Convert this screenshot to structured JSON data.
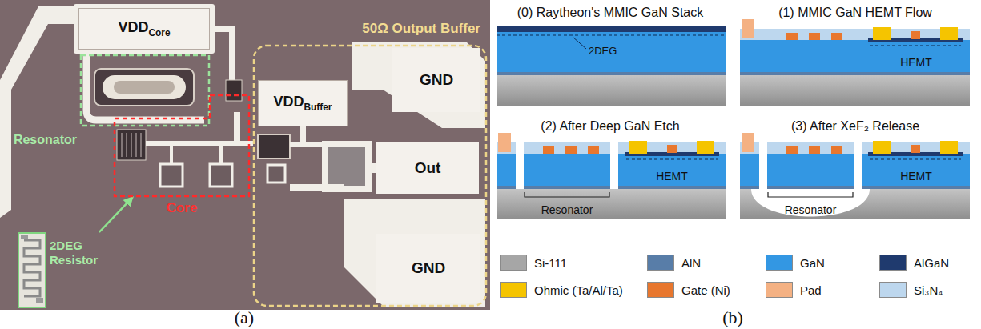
{
  "diagram": {
    "nodes": [
      {
        "text": [
          "VDD",
          "Core"
        ]
      },
      {
        "text": [
          "Resonator"
        ]
      },
      {
        "text": [
          "Core"
        ]
      },
      {
        "text": [
          "2DEG Resistor"
        ]
      },
      {
        "text": [
          "50Ω Output Buffer"
        ]
      },
      {
        "text": [
          "GND"
        ],
        "in": 4
      },
      {
        "text": [
          "VDD",
          "Buffer"
        ],
        "in": 4
      },
      {
        "text": [
          "Out"
        ],
        "in": 4
      },
      {
        "text": [
          "GND"
        ],
        "in": 4
      }
    ],
    "edges": [
      {
        "from": 3,
        "to": 2,
        "arrow": "to"
      }
    ],
    "labels": [
      "(a)",
      "(0) Raytheon's MMIC GaN Stack",
      "2DEG",
      "(1) MMIC GaN HEMT Flow",
      "HEMT",
      "(2) After Deep GaN Etch",
      "Resonator",
      "HEMT",
      "(3) After XeF₂ Release",
      "Resonator",
      "HEMT",
      "(b)"
    ],
    "legend": [
      {
        "text": "Si-111",
        "color": "#a6a6a6"
      },
      {
        "text": "AlN",
        "color": "#587da8"
      },
      {
        "text": "GaN",
        "color": "#3397e3"
      },
      {
        "text": "AlGaN",
        "color": "#1f3a6e"
      },
      {
        "text": "Ohmic (Ta/Al/Ta)",
        "color": "#f5c400"
      },
      {
        "text": "Gate (Ni)",
        "color": "#e8772e"
      },
      {
        "text": "Pad",
        "color": "#f4b183"
      },
      {
        "text": "Si₃N₄",
        "color": "#bdd7ee"
      }
    ]
  }
}
